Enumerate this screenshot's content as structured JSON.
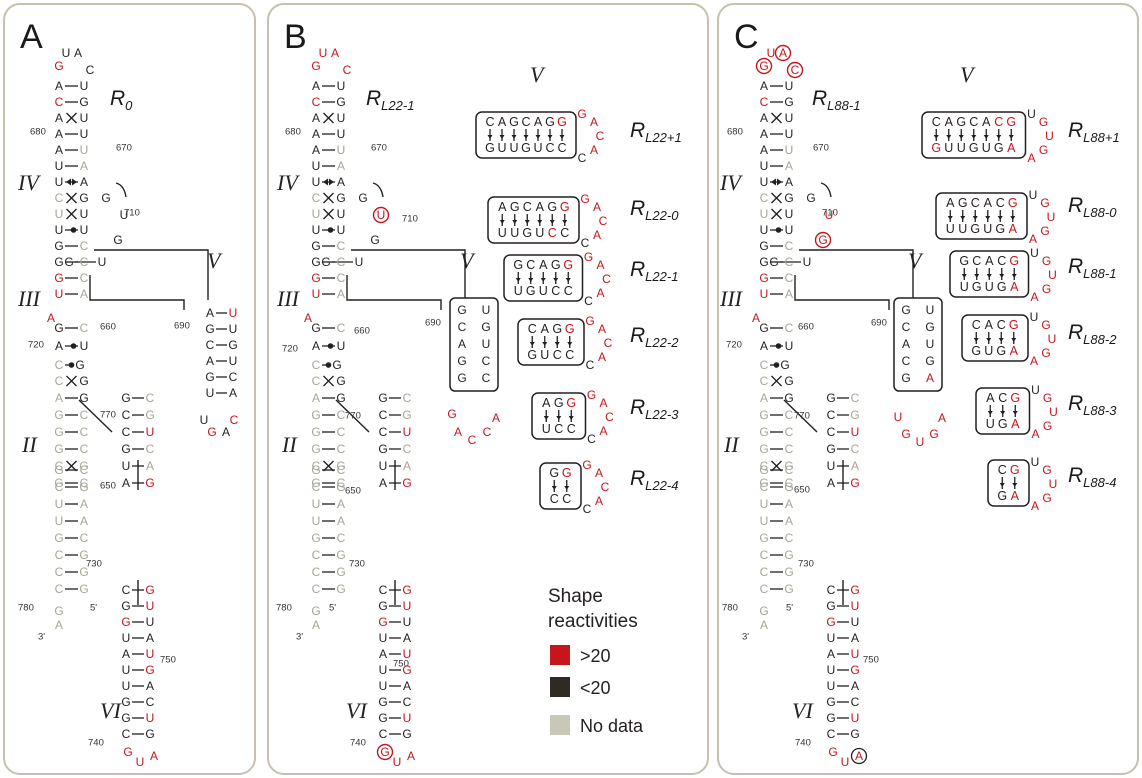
{
  "panels": [
    {
      "letter": "A",
      "names": [
        {
          "base": "R",
          "sub": "0"
        }
      ]
    },
    {
      "letter": "B",
      "names": [
        {
          "base": "R",
          "sub": "L22-1"
        },
        {
          "base": "R",
          "sub": "L22+1"
        },
        {
          "base": "R",
          "sub": "L22-0"
        },
        {
          "base": "R",
          "sub": "L22-1"
        },
        {
          "base": "R",
          "sub": "L22-2"
        },
        {
          "base": "R",
          "sub": "L22-3"
        },
        {
          "base": "R",
          "sub": "L22-4"
        }
      ]
    },
    {
      "letter": "C",
      "names": [
        {
          "base": "R",
          "sub": "L88-1"
        },
        {
          "base": "R",
          "sub": "L88+1"
        },
        {
          "base": "R",
          "sub": "L88-0"
        },
        {
          "base": "R",
          "sub": "L88-1"
        },
        {
          "base": "R",
          "sub": "L88-2"
        },
        {
          "base": "R",
          "sub": "L88-3"
        },
        {
          "base": "R",
          "sub": "L88-4"
        }
      ]
    }
  ],
  "domains": [
    "IV",
    "III",
    "II",
    "VI",
    "V"
  ],
  "numbers": [
    "680",
    "670",
    "710",
    "660",
    "690",
    "720",
    "770",
    "650",
    "730",
    "780",
    "750",
    "740"
  ],
  "ends": {
    "five": "5'",
    "three": "3'"
  },
  "helix_v": {
    "panel_b": [
      {
        "top": "CAGCAGG",
        "bottom": "GUUGUCC"
      },
      {
        "top": "AGCAGG",
        "bottom": "UUGUCC"
      },
      {
        "top": "GCAGG",
        "bottom": "UGUCC"
      },
      {
        "top": "CAGG",
        "bottom": "GUCC"
      },
      {
        "top": "AGG",
        "bottom": "UCC"
      },
      {
        "top": "GG",
        "bottom": "CC"
      }
    ],
    "panel_c": [
      {
        "top": "CAGCACG",
        "bottom": "GUUGUGA"
      },
      {
        "top": "AGCACG",
        "bottom": "UUGUGA"
      },
      {
        "top": "GCACG",
        "bottom": "UGUGA"
      },
      {
        "top": "CACG",
        "bottom": "GUGA"
      },
      {
        "top": "ACG",
        "bottom": "UGA"
      },
      {
        "top": "CG",
        "bottom": "GA"
      }
    ]
  },
  "legend": {
    "title_line1": "Shape",
    "title_line2": "reactivities",
    "items": [
      {
        "label": ">20",
        "color": "#c4161c"
      },
      {
        "label": "<20",
        "color": "#2f2a24"
      },
      {
        "label": "No data",
        "color": "#c9c7b8"
      }
    ]
  },
  "colors": {
    "high": "#c4161c",
    "low": "#231f20",
    "nodata": "#a8a596"
  }
}
